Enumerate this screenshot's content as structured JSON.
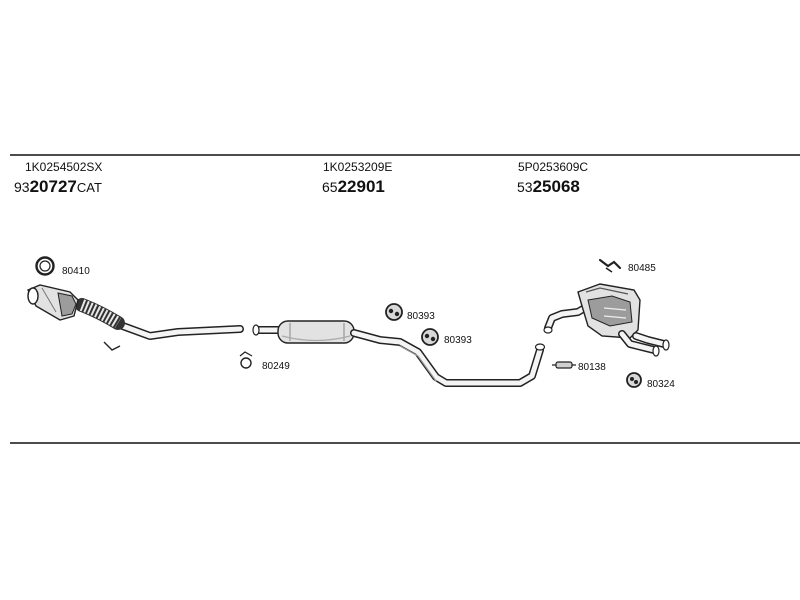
{
  "parts": [
    {
      "part_no": "1K0254502SX",
      "code_prefix": "93",
      "code_main": "20727",
      "code_suffix": "CAT"
    },
    {
      "part_no": "1K0253209E",
      "code_prefix": "65",
      "code_main": "22901",
      "code_suffix": ""
    },
    {
      "part_no": "5P0253609C",
      "code_prefix": "53",
      "code_main": "25068",
      "code_suffix": ""
    }
  ],
  "hardware": {
    "gasket_front": "80410",
    "clamp_mid": "80249",
    "hanger_a": "80393",
    "hanger_b": "80393",
    "clamp_rear": "80138",
    "bracket_rear": "80485",
    "hanger_rear": "80324"
  },
  "icons": {
    "ring": "ring-gasket-icon",
    "clamp": "pipe-clamp-icon",
    "hanger": "rubber-hanger-icon",
    "bracket": "bracket-icon"
  }
}
